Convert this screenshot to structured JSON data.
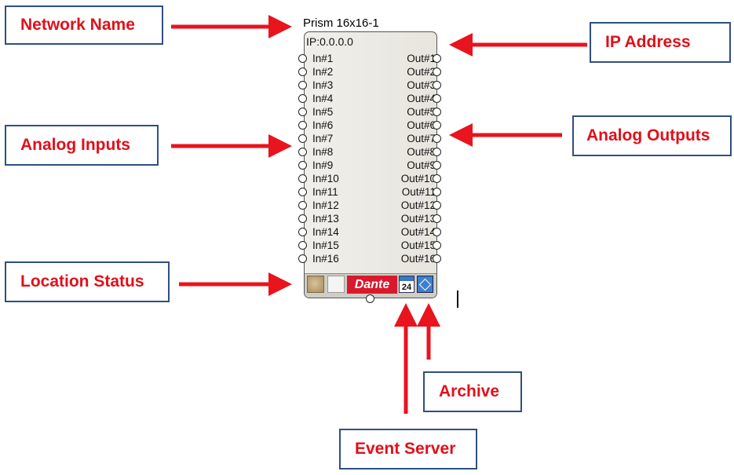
{
  "callouts": {
    "network_name": "Network Name",
    "ip_address": "IP Address",
    "analog_inputs": "Analog Inputs",
    "analog_outputs": "Analog Outputs",
    "location_status": "Location Status",
    "archive": "Archive",
    "event_server": "Event Server"
  },
  "device": {
    "name": "Prism 16x16-1",
    "ip": "IP:0.0.0.0",
    "inputs": [
      "In#1",
      "In#2",
      "In#3",
      "In#4",
      "In#5",
      "In#6",
      "In#7",
      "In#8",
      "In#9",
      "In#10",
      "In#11",
      "In#12",
      "In#13",
      "In#14",
      "In#15",
      "In#16"
    ],
    "outputs": [
      "Out#1",
      "Out#2",
      "Out#3",
      "Out#4",
      "Out#5",
      "Out#6",
      "Out#7",
      "Out#8",
      "Out#9",
      "Out#10",
      "Out#11",
      "Out#12",
      "Out#13",
      "Out#14",
      "Out#15",
      "Out#16"
    ],
    "footer": {
      "dante_label": "Dante",
      "event_day": "24"
    }
  },
  "colors": {
    "callout_text": "#e0101a",
    "callout_border": "#2f4f80",
    "arrow": "#e8141e",
    "dante_badge": "#d9192c"
  }
}
